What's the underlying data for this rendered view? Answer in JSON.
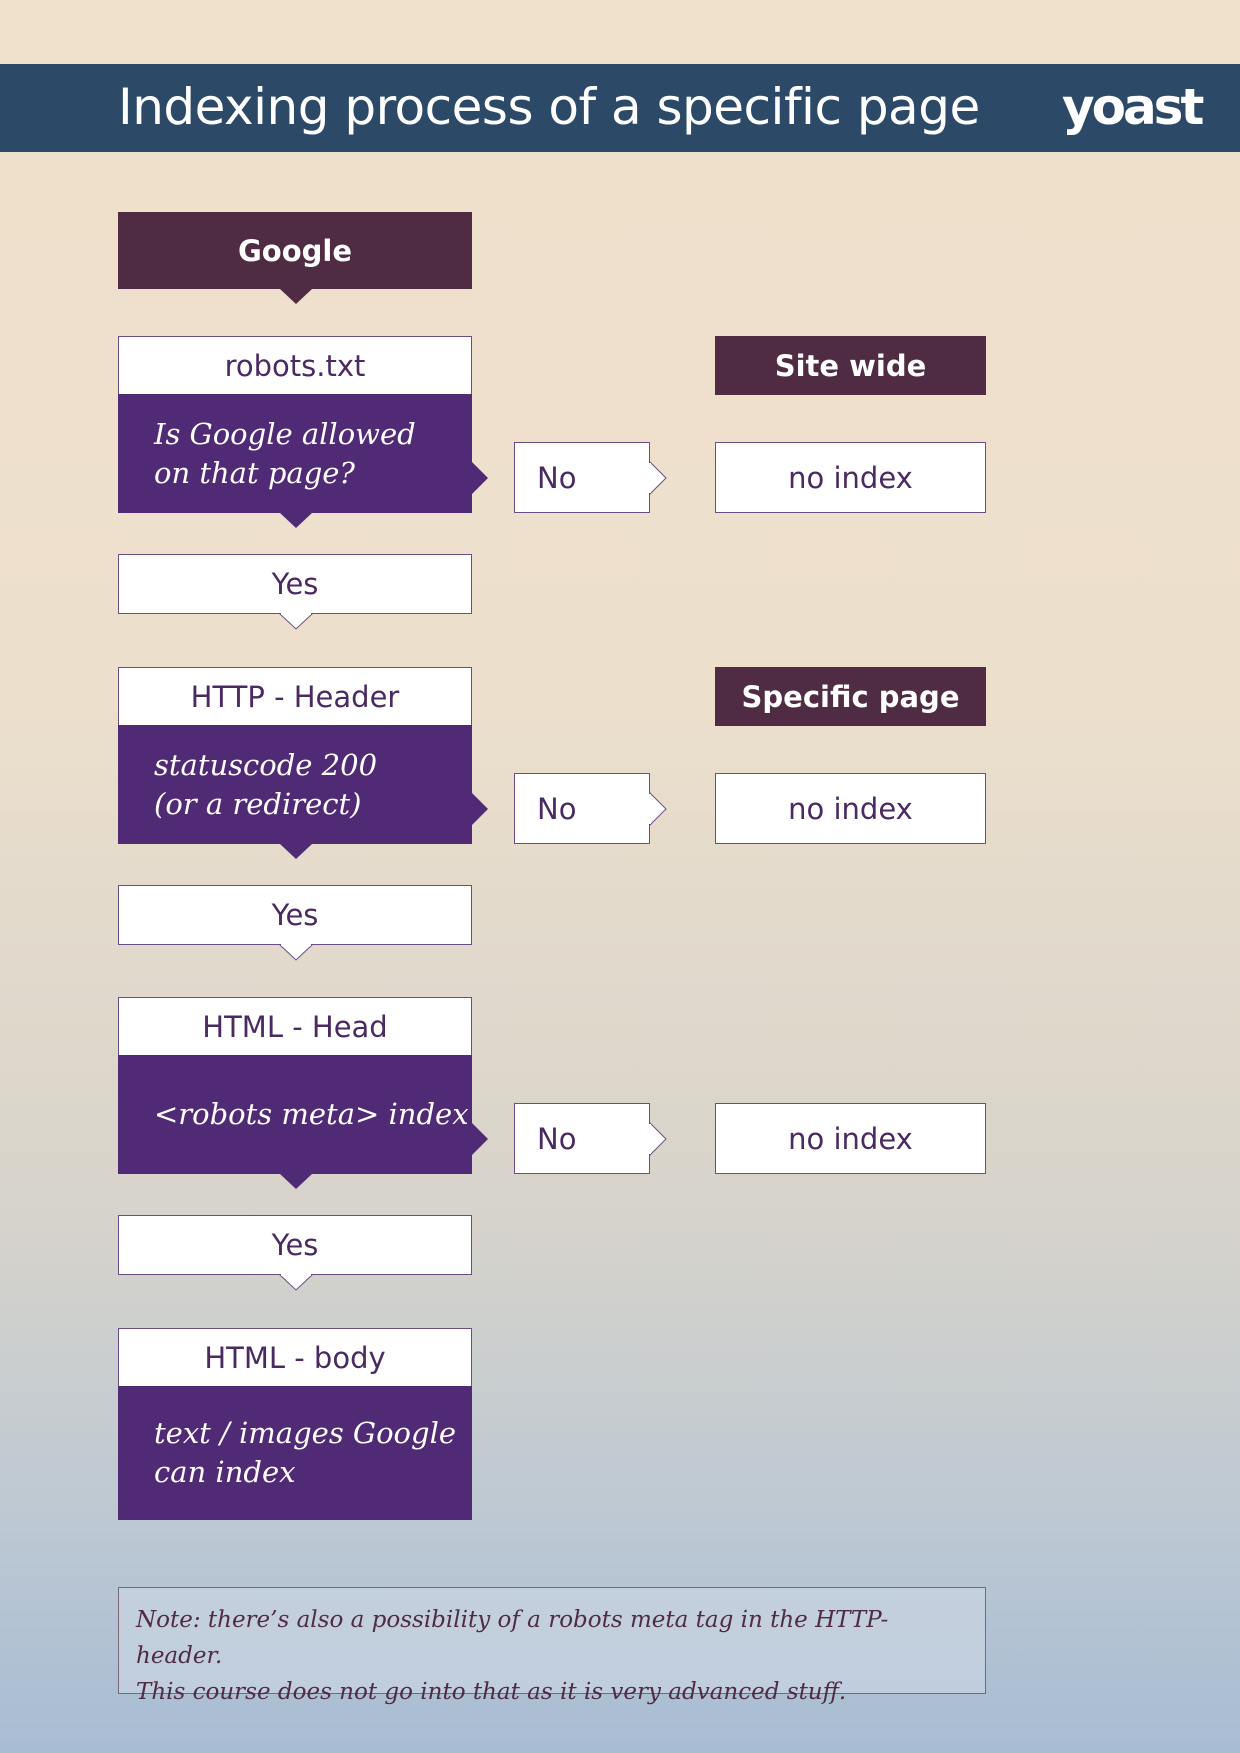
{
  "header": {
    "title": "Indexing process of a specific page",
    "logo_text": "yoast",
    "background_color": "#2c4a68"
  },
  "colors": {
    "dark_box": "#4f2c44",
    "purple_box": "#502a75",
    "outline": "#6a4d82",
    "text_purple": "#4b2a62"
  },
  "flow": {
    "start": "Google",
    "steps": [
      {
        "label": "robots.txt",
        "question": "Is Google allowed\non that page?",
        "no_label": "No",
        "no_result": "no index",
        "yes_label": "Yes"
      },
      {
        "label": "HTTP - Header",
        "question": "statuscode 200\n(or a redirect)",
        "no_label": "No",
        "no_result": "no index",
        "yes_label": "Yes"
      },
      {
        "label": "HTML - Head",
        "question": "<robots meta> index",
        "no_label": "No",
        "no_result": "no index",
        "yes_label": "Yes"
      },
      {
        "label": "HTML - body",
        "question": "text / images Google\ncan index"
      }
    ]
  },
  "scope_labels": {
    "site_wide": "Site wide",
    "specific_page": "Specific page"
  },
  "note": {
    "line1": "Note: there’s also a possibility of a robots meta tag in the HTTP-header.",
    "line2": "This course does not go into that as it is very advanced stuff."
  }
}
